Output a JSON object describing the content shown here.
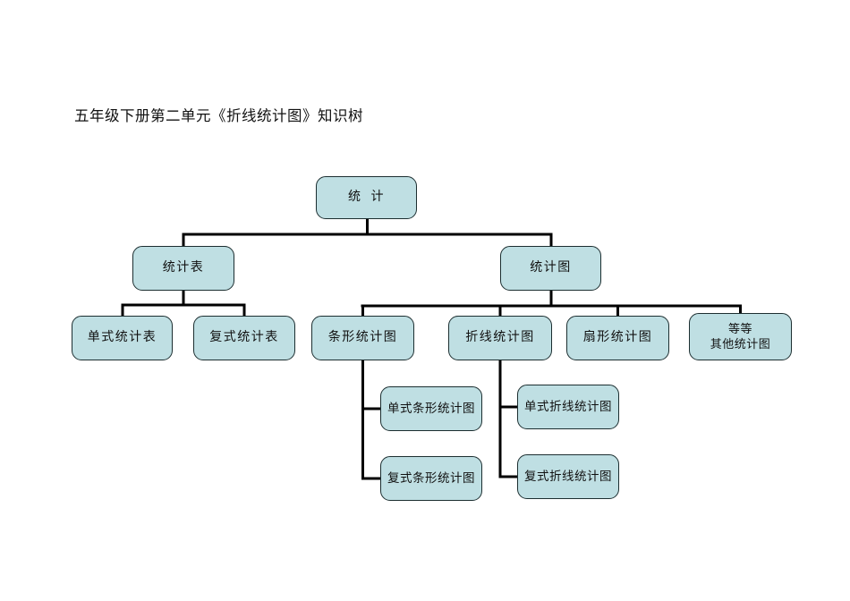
{
  "document": {
    "title": "五年级下册第二单元《折线统计图》知识树"
  },
  "nodes": {
    "root": {
      "label": "统  计"
    },
    "table": {
      "label": "统计表"
    },
    "chart": {
      "label": "统计图"
    },
    "table_single": {
      "label": "单式统计表"
    },
    "table_multi": {
      "label": "复式统计表"
    },
    "bar": {
      "label": "条形统计图"
    },
    "line": {
      "label": "折线统计图"
    },
    "pie": {
      "label": "扇形统计图"
    },
    "other": {
      "line1": "等等",
      "line2": "其他统计图"
    },
    "bar_single": {
      "label": "单式条形统计图"
    },
    "bar_multi": {
      "label": "复式条形统计图"
    },
    "line_single": {
      "label": "单式折线统计图"
    },
    "line_multi": {
      "label": "复式折线统计图"
    }
  },
  "edges": [
    {
      "from": "root",
      "to": "table"
    },
    {
      "from": "root",
      "to": "chart"
    },
    {
      "from": "table",
      "to": "table_single"
    },
    {
      "from": "table",
      "to": "table_multi"
    },
    {
      "from": "chart",
      "to": "bar"
    },
    {
      "from": "chart",
      "to": "line"
    },
    {
      "from": "chart",
      "to": "pie"
    },
    {
      "from": "chart",
      "to": "other"
    },
    {
      "from": "bar",
      "to": "bar_single"
    },
    {
      "from": "bar",
      "to": "bar_multi"
    },
    {
      "from": "line",
      "to": "line_single"
    },
    {
      "from": "line",
      "to": "line_multi"
    }
  ],
  "colors": {
    "node_fill": "#bfdfe3",
    "node_border": "#1c2e30",
    "connector": "#000000",
    "text": "#111111",
    "background": "#ffffff"
  }
}
